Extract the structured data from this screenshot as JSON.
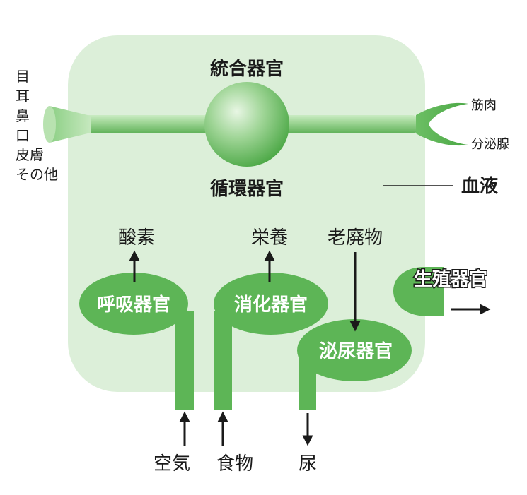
{
  "senses": [
    "目",
    "耳",
    "鼻",
    "口",
    "皮膚",
    "その他"
  ],
  "effectors": {
    "muscle": "筋肉",
    "gland": "分泌腺"
  },
  "integration": {
    "top_label": "統合器官",
    "bottom_label": "循環器官"
  },
  "blood_label": "血液",
  "organs": {
    "respiratory": "呼吸器官",
    "digestive": "消化器官",
    "excretory": "泌尿器官",
    "reproductive": "生殖器官"
  },
  "outputs": {
    "oxygen": "酸素",
    "nutrients": "栄養",
    "waste": "老廃物"
  },
  "inputs": {
    "air": "空気",
    "food": "食物",
    "urine": "尿"
  },
  "colors": {
    "body_fill": "#dcefd9",
    "organ_green": "#5db556",
    "arrow": "#1a1a1a"
  }
}
